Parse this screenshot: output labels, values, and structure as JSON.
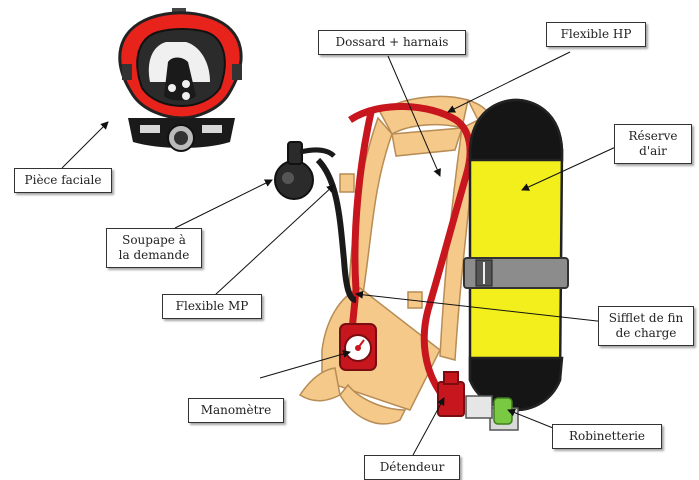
{
  "labels": {
    "piece_faciale": "Pièce faciale",
    "soupape_line1": "Soupape à",
    "soupape_line2": "la demande",
    "flexible_mp": "Flexible MP",
    "manometre": "Manomètre",
    "detendeur": "Détendeur",
    "dossard": "Dossard + harnais",
    "flexible_hp": "Flexible HP",
    "reserve_line1": "Réserve",
    "reserve_line2": "d'air",
    "sifflet_line1": "Sifflet de fin",
    "sifflet_line2": "de charge",
    "robinetterie": "Robinetterie"
  },
  "colors": {
    "mask_frame": "#e8231c",
    "harness": "#f5c98a",
    "hose_red": "#c8161e",
    "cylinder_yellow": "#f2ef1c",
    "cylinder_cap": "#151515",
    "valve_green": "#7ac943",
    "strap_gray": "#8c8c8c"
  }
}
